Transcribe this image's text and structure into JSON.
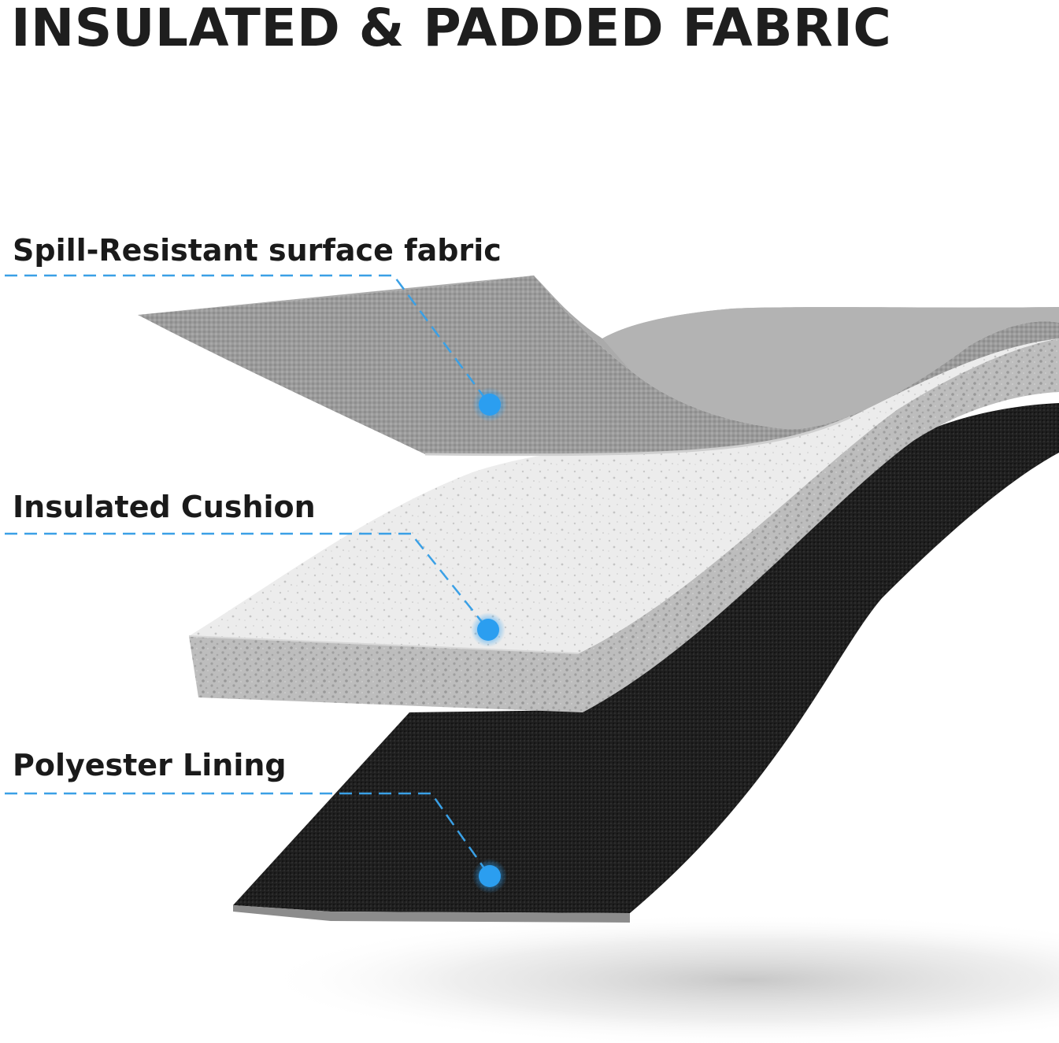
{
  "headline": "INSULATED & PADDED FABRIC",
  "layers": [
    {
      "id": "surface",
      "label": "Spill-Resistant surface fabric",
      "color": "#9a9a9a"
    },
    {
      "id": "cushion",
      "label": "Insulated Cushion",
      "color": "#e9e9e9"
    },
    {
      "id": "lining",
      "label": "Polyester Lining",
      "color": "#1e1e1e"
    }
  ],
  "callout_color": "#3aa0e6",
  "marker_color": "#2b9ef0"
}
